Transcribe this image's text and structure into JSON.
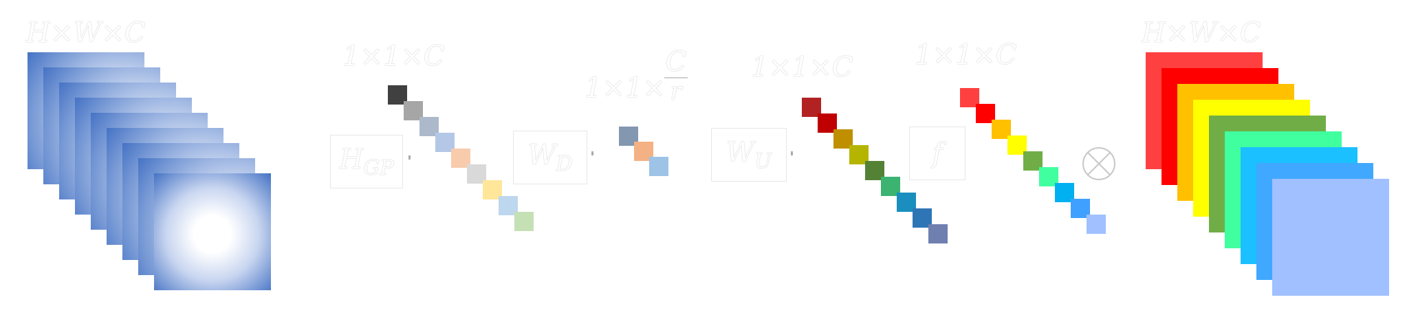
{
  "labels": {
    "input_dims": "H×W×C",
    "gap_out": "1×1×C",
    "down_prefix": "1×1×",
    "down_num": "C",
    "down_den": "r",
    "up_out": "1×1×C",
    "f_out": "1×1×C",
    "output_dims": "H×W×C"
  },
  "operators": {
    "gap": "HGP",
    "down": "WD",
    "up": "WU",
    "act": "f",
    "multiply": "⊗"
  },
  "colors": {
    "input_edge": "#4472c4",
    "gap_squares": [
      "#404040",
      "#a6a6a6",
      "#acb9ca",
      "#b4c7e7",
      "#f8cbad",
      "#d9d9d9",
      "#ffe699",
      "#bdd7ee",
      "#c5e0b4"
    ],
    "down_squares": [
      "#8497b0",
      "#f4b183",
      "#9dc3e6"
    ],
    "up_squares": [
      "#b22222",
      "#c00000",
      "#bf8f00",
      "#b5b500",
      "#548235",
      "#3cb371",
      "#1a8fbf",
      "#2e75b6",
      "#6f7fb0"
    ],
    "f_squares": [
      "#ff4040",
      "#ff0000",
      "#ffc000",
      "#ffff00",
      "#70ad47",
      "#40ff9f",
      "#00b0f0",
      "#40a0ff",
      "#a0c0ff"
    ],
    "output_maps": [
      "#ff4040",
      "#ff0000",
      "#ffc000",
      "#ffff00",
      "#70ad47",
      "#40ff9f",
      "#1ac0ff",
      "#40a8ff",
      "#a0c0ff"
    ]
  }
}
